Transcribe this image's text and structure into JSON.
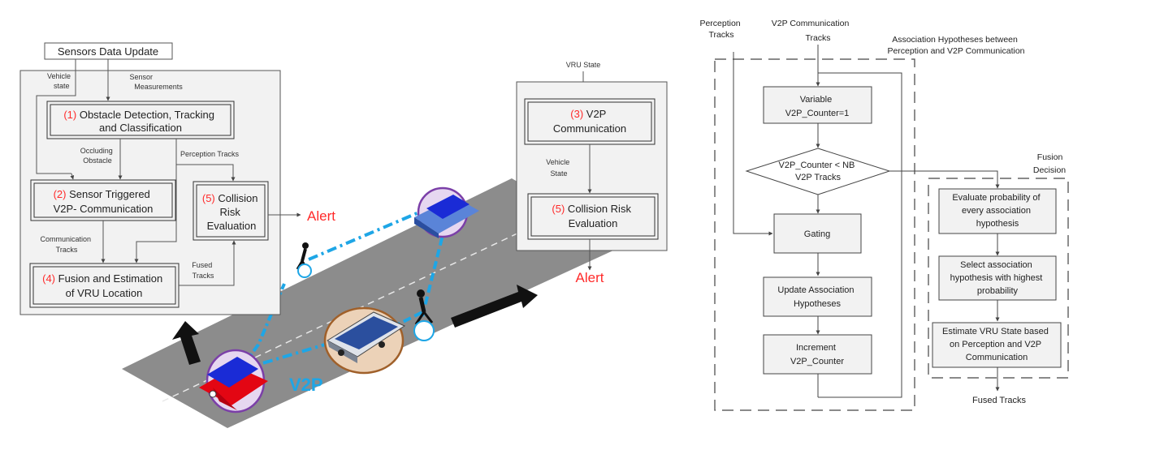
{
  "left_diagram": {
    "sensors_box": "Sensors Data Update",
    "vehicle_state": [
      "Vehicle",
      "state"
    ],
    "sensor_measurements": [
      "Sensor",
      "Measurements"
    ],
    "block1": {
      "num": "(1)",
      "line1": " Obstacle Detection, Tracking",
      "line2": "and Classification"
    },
    "occluding_obstacle": [
      "Occluding",
      "Obstacle"
    ],
    "perception_tracks": "Perception Tracks",
    "block2": {
      "num": "(2)",
      "line1": " Sensor Triggered",
      "line2": "V2P- Communication"
    },
    "block5": {
      "num": "(5)",
      "line1": " Collision",
      "line2": "Risk",
      "line3": "Evaluation"
    },
    "communication_tracks": [
      "Communication",
      "Tracks"
    ],
    "fused_tracks": [
      "Fused",
      "Tracks"
    ],
    "block4": {
      "num": "(4)",
      "line1": " Fusion and Estimation",
      "line2": "of VRU Location"
    },
    "alert": "Alert",
    "v2p": "V2P"
  },
  "vru_panel": {
    "vru_state": "VRU State",
    "block3": {
      "num": "(3)",
      "line1": " V2P",
      "line2": "Communication"
    },
    "vehicle_state": [
      "Vehicle",
      "State"
    ],
    "block5": {
      "num": "(5)",
      "line1": " Collision Risk",
      "line2": "Evaluation"
    },
    "alert": "Alert"
  },
  "flowchart": {
    "perception_tracks": [
      "Perception",
      "Tracks"
    ],
    "v2p_comm_tracks": [
      "V2P Communication",
      "Tracks"
    ],
    "association_title": [
      "Association Hypotheses between",
      "Perception and V2P Communication"
    ],
    "variable": [
      "Variable",
      "V2P_Counter=1"
    ],
    "decision": [
      "V2P_Counter < NB",
      "V2P Tracks"
    ],
    "gating": "Gating",
    "update_assoc": [
      "Update Association",
      "Hypotheses"
    ],
    "increment": [
      "Increment",
      "V2P_Counter"
    ],
    "fusion_decision": [
      "Fusion",
      "Decision"
    ],
    "evaluate": [
      "Evaluate probability of",
      "every association",
      "hypothesis"
    ],
    "select": [
      "Select association",
      "hypothesis with highest",
      "probability"
    ],
    "estimate": [
      "Estimate VRU State based",
      "on Perception and V2P",
      "Communication"
    ],
    "fused_tracks": "Fused Tracks"
  },
  "colors": {
    "red": "#ff2a2a",
    "blue": "#1ea6e6",
    "road": "#8b8b8b",
    "purple": "#7b3fa8",
    "brown": "#a0602a"
  }
}
